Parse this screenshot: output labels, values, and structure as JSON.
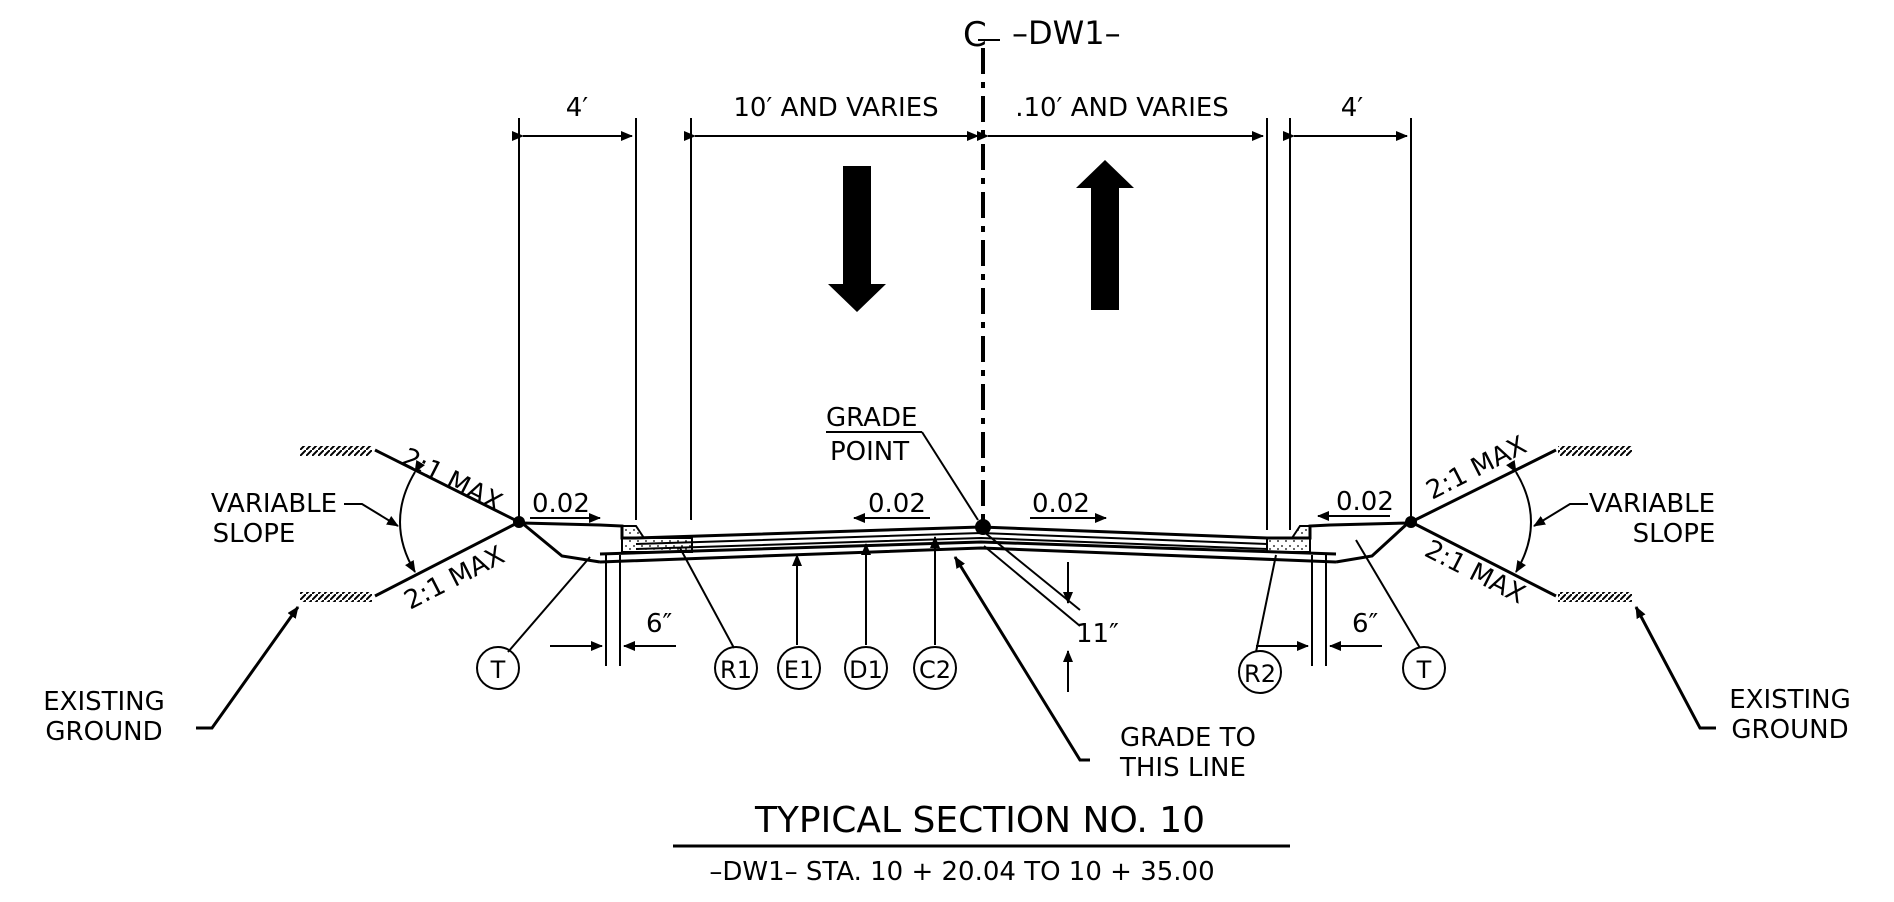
{
  "centerline": {
    "symbol": "C",
    "alignment": "–DW1–"
  },
  "dimensions": {
    "shoulder_left": "4′",
    "lane_left": "10′ AND  VARIES",
    "lane_right": ".10′ AND  VARIES",
    "shoulder_right": "4′",
    "curb_left": "6″",
    "curb_right": "6″",
    "pavement_depth": "11″"
  },
  "slopes": {
    "shoulder_left": "0.02",
    "lane_left": "0.02",
    "lane_right": "0.02",
    "shoulder_right": "0.02",
    "cut_left_top": "2:1 MAX",
    "cut_left_bottom": "2:1 MAX",
    "cut_right_top": "2:1 MAX",
    "cut_right_bottom": "2:1 MAX"
  },
  "labels": {
    "variable_slope_left_1": "VARIABLE",
    "variable_slope_left_2": "SLOPE",
    "variable_slope_right_1": "VARIABLE",
    "variable_slope_right_2": "SLOPE",
    "existing_ground_left_1": "EXISTING",
    "existing_ground_left_2": "GROUND",
    "existing_ground_right_1": "EXISTING",
    "existing_ground_right_2": "GROUND",
    "grade_point_1": "GRADE",
    "grade_point_2": "POINT",
    "grade_line_1": "GRADE TO",
    "grade_line_2": "THIS LINE"
  },
  "callouts": [
    "T",
    "R1",
    "E1",
    "D1",
    "C2",
    "R2",
    "T"
  ],
  "title": {
    "main": "TYPICAL SECTION  NO. 10",
    "sub": "–DW1–  STA. 10 + 20.04  TO   10 + 35.00"
  }
}
